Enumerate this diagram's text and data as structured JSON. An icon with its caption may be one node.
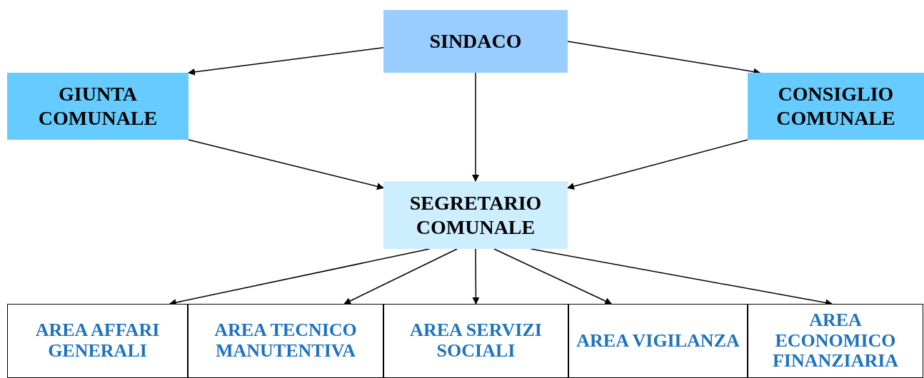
{
  "diagram": {
    "nodes": [
      {
        "text": [
          "SINDACO"
        ]
      },
      {
        "text": [
          "GIUNTA COMUNALE"
        ]
      },
      {
        "text": [
          "CONSIGLIO COMUNALE"
        ]
      },
      {
        "text": [
          "SEGRETARIO COMUNALE"
        ]
      },
      {
        "text": [
          "AREA AFFARI GENERALI"
        ]
      },
      {
        "text": [
          "AREA TECNICO MANUTENTIVA"
        ]
      },
      {
        "text": [
          "AREA SERVIZI SOCIALI"
        ]
      },
      {
        "text": [
          "AREA VIGILANZA"
        ]
      },
      {
        "text": [
          "AREA ECONOMICO FINANZIARIA"
        ]
      }
    ],
    "edges": [
      {
        "from": 0,
        "to": 1,
        "arrow": "to"
      },
      {
        "from": 0,
        "to": 2,
        "arrow": "to"
      },
      {
        "from": 0,
        "to": 3,
        "arrow": "to"
      },
      {
        "from": 1,
        "to": 3,
        "arrow": "to"
      },
      {
        "from": 2,
        "to": 3,
        "arrow": "to"
      },
      {
        "from": 3,
        "to": 4,
        "arrow": "to"
      },
      {
        "from": 3,
        "to": 5,
        "arrow": "to"
      },
      {
        "from": 3,
        "to": 6,
        "arrow": "to"
      },
      {
        "from": 3,
        "to": 7,
        "arrow": "to"
      },
      {
        "from": 3,
        "to": 8,
        "arrow": "to"
      }
    ]
  }
}
